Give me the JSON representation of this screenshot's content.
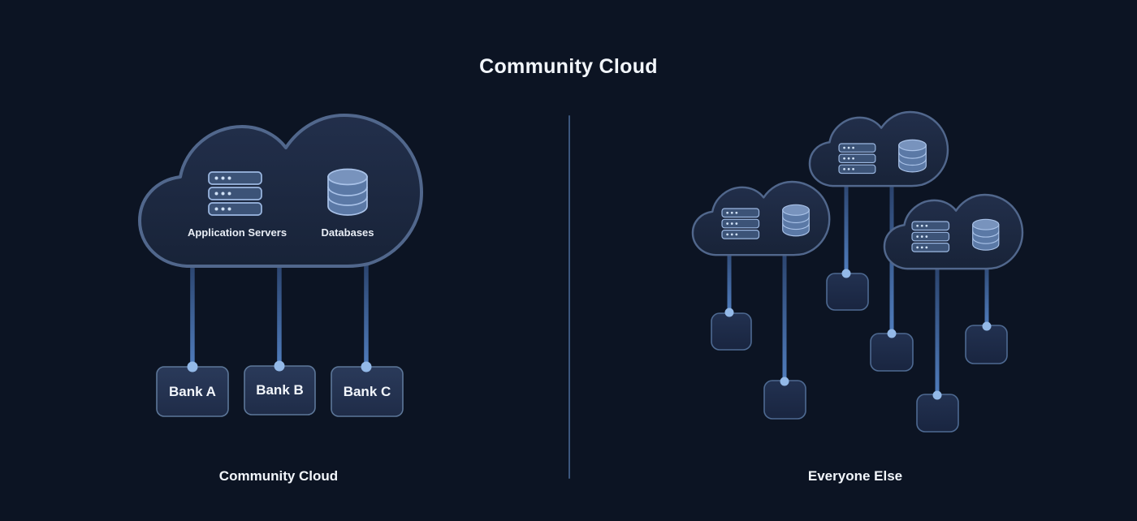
{
  "title": "Community Cloud",
  "left_section": {
    "caption": "Community Cloud",
    "cloud": {
      "app_servers_label": "Application Servers",
      "databases_label": "Databases",
      "icons": [
        "server-rack-icon",
        "database-icon"
      ]
    },
    "banks": [
      "Bank A",
      "Bank B",
      "Bank C"
    ]
  },
  "right_section": {
    "caption": "Everyone Else",
    "cloud_count": 3,
    "client_count": 6,
    "icons": [
      "server-rack-icon",
      "database-icon"
    ]
  },
  "colors": {
    "background": "#0c1423",
    "cloud_stroke": "#51678c",
    "icon_stroke": "#9cb8e2",
    "icon_fill": "#3c5377",
    "db_fill": "#5b79a6",
    "line_top": "#24395f",
    "line_bottom": "#4f7cbc",
    "dot": "#93b9e8",
    "box_stroke": "#5d7799",
    "divider": "#3b567d",
    "text": "#f2f6fb"
  }
}
